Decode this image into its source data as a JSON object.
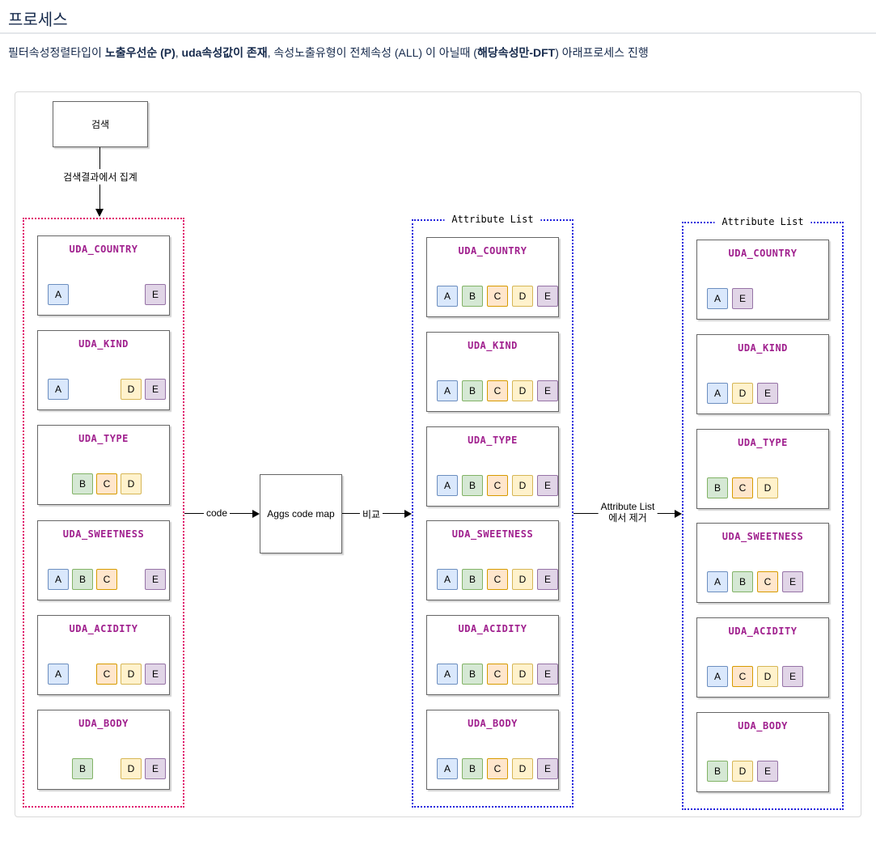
{
  "page": {
    "title": "프로세스",
    "description_segments": [
      {
        "text": "필터속성정렬타입이 ",
        "bold": false
      },
      {
        "text": "노출우선순 (P)",
        "bold": true
      },
      {
        "text": ", ",
        "bold": false
      },
      {
        "text": "uda속성값이 존재",
        "bold": true
      },
      {
        "text": ", 속성노출유형이 전체속성 (ALL) 이 아닐때 (",
        "bold": false
      },
      {
        "text": "해당속성만-DFT",
        "bold": true
      },
      {
        "text": ") 아래프로세스 진행",
        "bold": false
      }
    ]
  },
  "diagram": {
    "search_box_label": "검색",
    "search_arrow_label": "검색결과에서 집계",
    "aggs_box_label": "Aggs code map",
    "arrow_code_label": "code",
    "arrow_compare_label": "비교",
    "arrow_remove_label_line1": "Attribute List",
    "arrow_remove_label_line2": "에서 제거",
    "uda_title_color": "#a0208e",
    "red_border_color": "#e0156d",
    "blue_border_color": "#2121dd",
    "chip_colors": {
      "A": {
        "fill": "#dae8fc",
        "border": "#6c8ebf"
      },
      "B": {
        "fill": "#d5e8d4",
        "border": "#82b366"
      },
      "C": {
        "fill": "#ffe6cc",
        "border": "#d79b00"
      },
      "D": {
        "fill": "#fff2cc",
        "border": "#d6b656"
      },
      "E": {
        "fill": "#e1d5e7",
        "border": "#9673a6"
      }
    },
    "columns": [
      {
        "id": "aggregated-result",
        "label": "",
        "layout": "slots",
        "boxes": [
          {
            "title": "UDA_COUNTRY",
            "chips": [
              "A",
              "E"
            ]
          },
          {
            "title": "UDA_KIND",
            "chips": [
              "A",
              "D",
              "E"
            ]
          },
          {
            "title": "UDA_TYPE",
            "chips": [
              "B",
              "C",
              "D"
            ]
          },
          {
            "title": "UDA_SWEETNESS",
            "chips": [
              "A",
              "B",
              "C",
              "E"
            ]
          },
          {
            "title": "UDA_ACIDITY",
            "chips": [
              "A",
              "C",
              "D",
              "E"
            ]
          },
          {
            "title": "UDA_BODY",
            "chips": [
              "B",
              "D",
              "E"
            ]
          }
        ]
      },
      {
        "id": "attribute-list",
        "label": "Attribute List",
        "layout": "packed",
        "boxes": [
          {
            "title": "UDA_COUNTRY",
            "chips": [
              "A",
              "B",
              "C",
              "D",
              "E"
            ]
          },
          {
            "title": "UDA_KIND",
            "chips": [
              "A",
              "B",
              "C",
              "D",
              "E"
            ]
          },
          {
            "title": "UDA_TYPE",
            "chips": [
              "A",
              "B",
              "C",
              "D",
              "E"
            ]
          },
          {
            "title": "UDA_SWEETNESS",
            "chips": [
              "A",
              "B",
              "C",
              "D",
              "E"
            ]
          },
          {
            "title": "UDA_ACIDITY",
            "chips": [
              "A",
              "B",
              "C",
              "D",
              "E"
            ]
          },
          {
            "title": "UDA_BODY",
            "chips": [
              "A",
              "B",
              "C",
              "D",
              "E"
            ]
          }
        ]
      },
      {
        "id": "attribute-list-filtered",
        "label": "Attribute List",
        "layout": "packed",
        "boxes": [
          {
            "title": "UDA_COUNTRY",
            "chips": [
              "A",
              "E"
            ]
          },
          {
            "title": "UDA_KIND",
            "chips": [
              "A",
              "D",
              "E"
            ]
          },
          {
            "title": "UDA_TYPE",
            "chips": [
              "B",
              "C",
              "D"
            ]
          },
          {
            "title": "UDA_SWEETNESS",
            "chips": [
              "A",
              "B",
              "C",
              "E"
            ]
          },
          {
            "title": "UDA_ACIDITY",
            "chips": [
              "A",
              "C",
              "D",
              "E"
            ]
          },
          {
            "title": "UDA_BODY",
            "chips": [
              "B",
              "D",
              "E"
            ]
          }
        ]
      }
    ]
  }
}
